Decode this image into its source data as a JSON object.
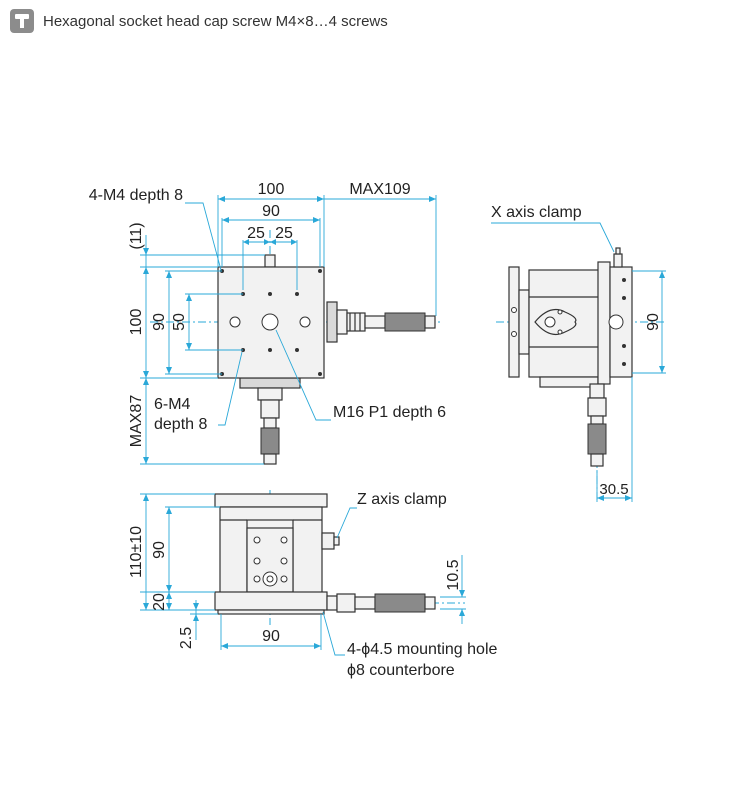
{
  "header": {
    "icon": "screw-type-icon",
    "caption": "Hexagonal socket head cap screw M4×8…4 screws"
  },
  "colors": {
    "dimension_line": "#2aa8d8",
    "outline": "#333333",
    "badge": "#8c8c8c"
  },
  "top_view": {
    "dim_100_width": "100",
    "dim_max109": "MAX109",
    "dim_90_width": "90",
    "dim_25_left": "25",
    "dim_25_right": "25",
    "dim_11": "(11)",
    "dim_100_height": "100",
    "dim_90_height": "90",
    "dim_50": "50",
    "dim_max87": "MAX87",
    "label_4m4": "4-M4 depth 8",
    "label_6m4_line1": "6-M4",
    "label_6m4_line2": "depth 8",
    "label_m16": "M16 P1 depth 6"
  },
  "side_view": {
    "label_x_clamp": "X axis clamp",
    "dim_90": "90",
    "dim_30_5": "30.5"
  },
  "front_view": {
    "label_z_clamp": "Z axis clamp",
    "dim_110": "110±10",
    "dim_90_vertical": "90",
    "dim_20": "20",
    "dim_2_5": "2.5",
    "dim_90_base": "90",
    "dim_10_5": "10.5",
    "label_mount_line1": "4-ϕ4.5 mounting hole",
    "label_mount_line2": "ϕ8 counterbore"
  }
}
